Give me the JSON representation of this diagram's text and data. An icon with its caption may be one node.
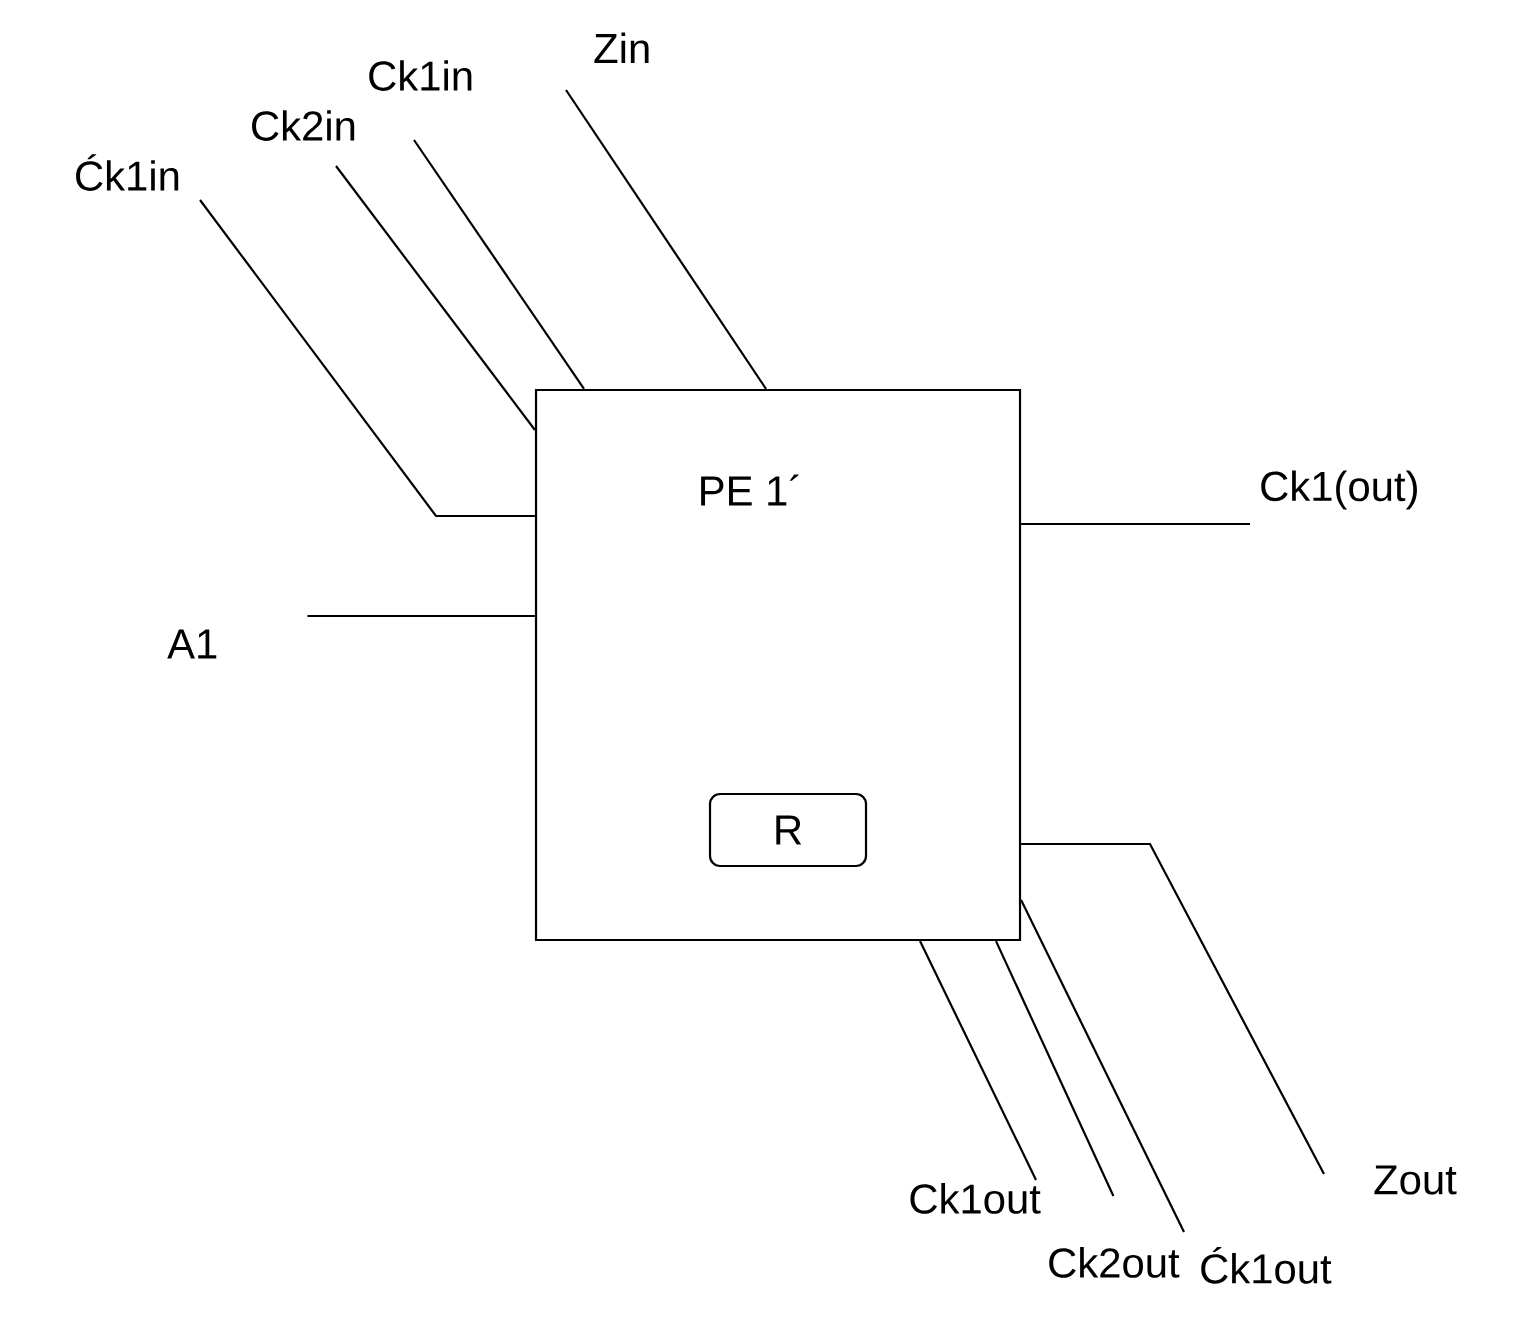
{
  "diagram": {
    "nodes": [
      {
        "text": [
          "PE 1´"
        ]
      },
      {
        "text": [
          "R"
        ],
        "in": 0
      },
      {
        "text": [
          "Ćk1in"
        ]
      },
      {
        "text": [
          "Ck2in"
        ]
      },
      {
        "text": [
          "Ck1in"
        ]
      },
      {
        "text": [
          "Zin"
        ]
      },
      {
        "text": [
          "Ck1(out)"
        ]
      },
      {
        "text": [
          "A1"
        ]
      },
      {
        "text": [
          "Ck1out"
        ]
      },
      {
        "text": [
          "Ck2out"
        ]
      },
      {
        "text": [
          "Ćk1out"
        ]
      },
      {
        "text": [
          "Zout"
        ]
      }
    ],
    "edges": [
      {
        "from": 2,
        "to": 0,
        "arrow": "none"
      },
      {
        "from": 3,
        "to": 0,
        "arrow": "none"
      },
      {
        "from": 4,
        "to": 0,
        "arrow": "none"
      },
      {
        "from": 5,
        "to": 0,
        "arrow": "none"
      },
      {
        "from": 0,
        "to": 6,
        "arrow": "none"
      },
      {
        "from": 7,
        "to": 0,
        "arrow": "none"
      },
      {
        "from": 0,
        "to": 8,
        "arrow": "none"
      },
      {
        "from": 0,
        "to": 9,
        "arrow": "none"
      },
      {
        "from": 0,
        "to": 10,
        "arrow": "none"
      },
      {
        "from": 0,
        "to": 11,
        "arrow": "none"
      }
    ]
  }
}
